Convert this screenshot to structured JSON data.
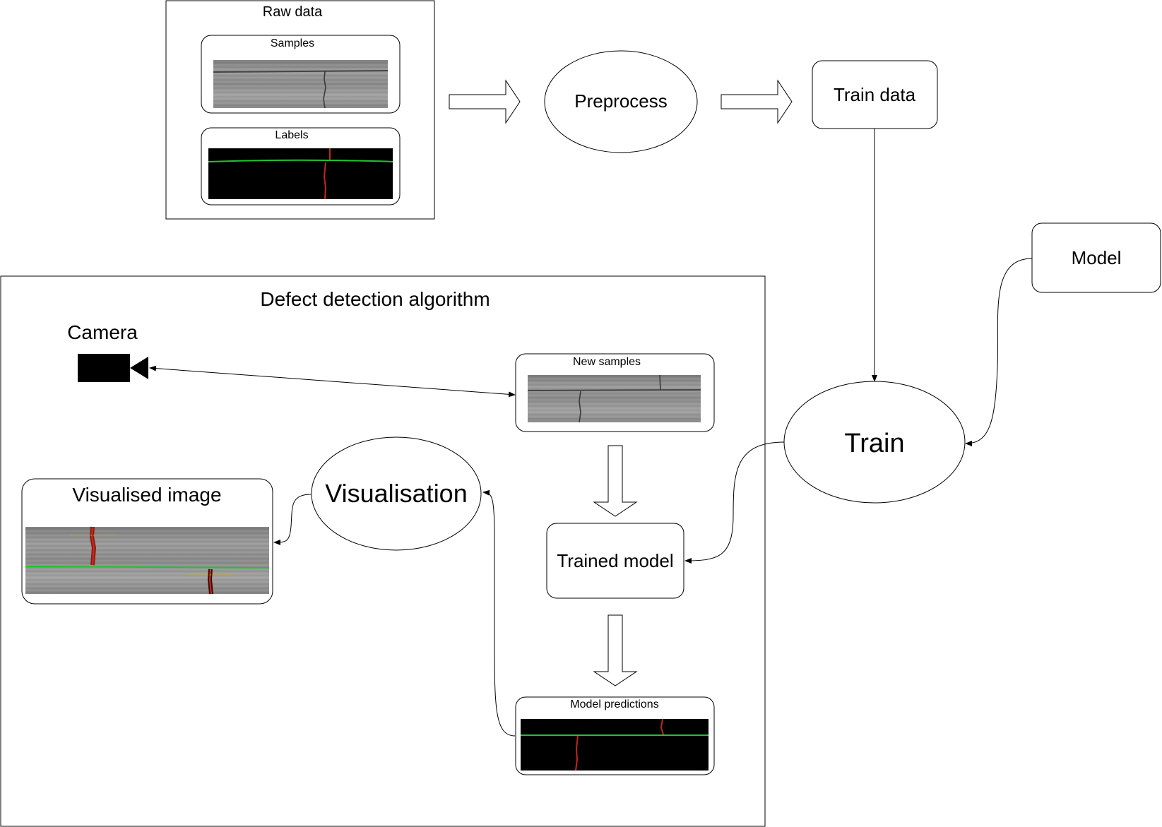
{
  "raw_data": {
    "title": "Raw data",
    "samples_title": "Samples",
    "labels_title": "Labels"
  },
  "preprocess": {
    "label": "Preprocess"
  },
  "train_data": {
    "label": "Train data"
  },
  "model": {
    "label": "Model"
  },
  "train": {
    "label": "Train"
  },
  "algorithm": {
    "title": "Defect detection algorithm",
    "camera_label": "Camera",
    "new_samples_title": "New samples",
    "trained_model_label": "Trained model",
    "model_predictions_title": "Model predictions",
    "visualisation_label": "Visualisation",
    "visualised_image_title": "Visualised image"
  },
  "colors": {
    "stroke": "#000000",
    "label_line": "#22c232",
    "defect": "#c0281c",
    "annotation_text": "#c8b400",
    "concrete": "#8a8a8a"
  }
}
